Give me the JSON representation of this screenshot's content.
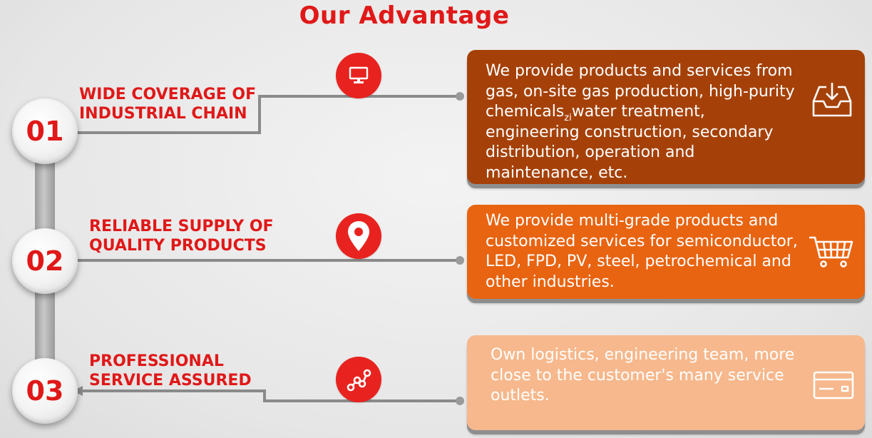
{
  "title": "Our Advantage",
  "items": [
    {
      "number": "01",
      "label_lines": [
        "WIDE COVERAGE OF",
        "INDUSTRIAL CHAIN"
      ],
      "icon": "monitor-icon",
      "card_icon": "inbox-download-icon",
      "card_text_before": "We provide products and services from gas, on-site gas production, high-purity chemicals",
      "card_text_mark": "zi",
      "card_text_after": "water treatment, engineering construction, secondary distribution, operation and maintenance, etc.",
      "card_color": "#a54108"
    },
    {
      "number": "02",
      "label_lines": [
        "RELIABLE SUPPLY OF",
        "QUALITY PRODUCTS"
      ],
      "icon": "location-pin-icon",
      "card_icon": "shopping-cart-icon",
      "card_text": "We provide multi-grade products and customized services for semiconductor, LED, FPD, PV, steel, petrochemical and other industries.",
      "card_color": "#e86411"
    },
    {
      "number": "03",
      "label_lines": [
        "PROFESSIONAL",
        "SERVICE ASSURED"
      ],
      "icon": "route-nodes-icon",
      "card_icon": "credit-card-icon",
      "card_text": "Own logistics, engineering team, more close to the customer's many service outlets.",
      "card_color": "#f6b88c"
    }
  ],
  "colors": {
    "accent_red": "#e01818",
    "icon_red": "#e8231f",
    "connector_gray": "#8a8a8a"
  }
}
